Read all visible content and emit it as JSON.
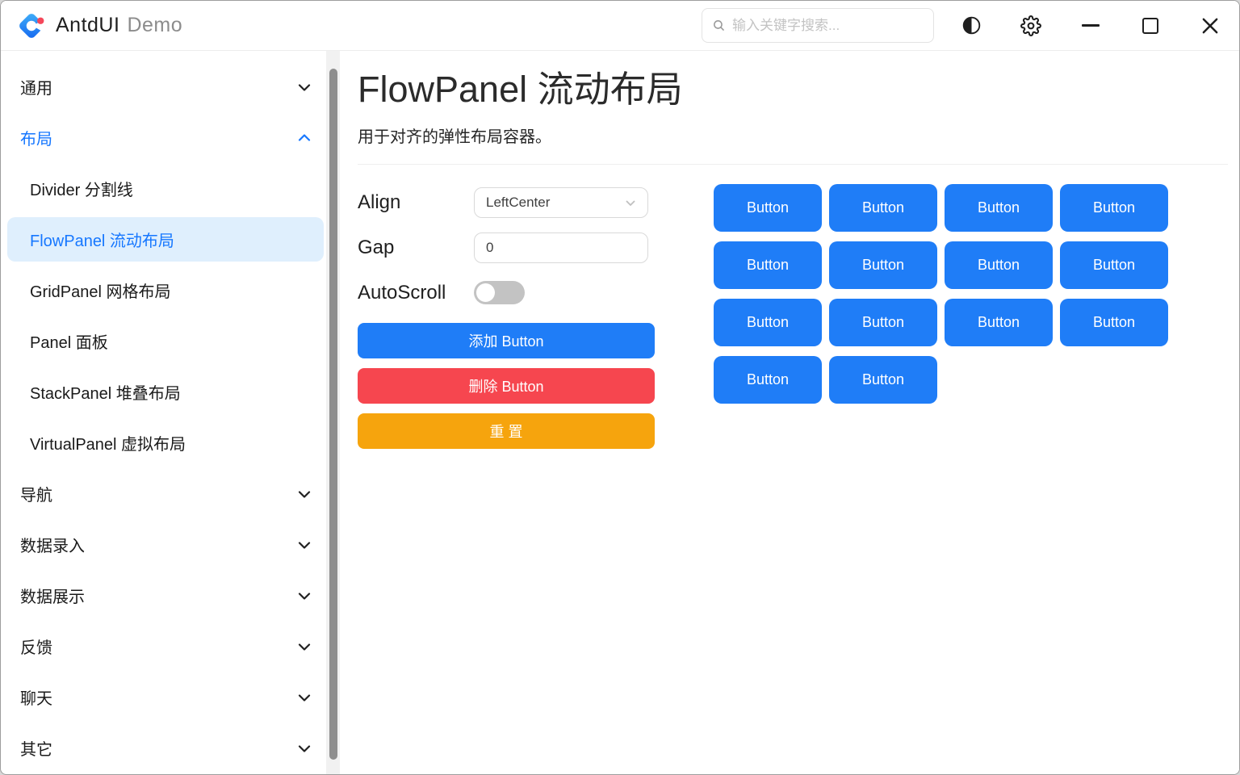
{
  "topbar": {
    "brand": "AntdUI",
    "brand_sub": "Demo",
    "search_placeholder": "输入关键字搜索...",
    "icons": {
      "logo": "antdui-diamond-c-logo",
      "theme": "half-circle-contrast-icon",
      "settings": "gear-icon",
      "minimize": "minimize-icon",
      "maximize": "maximize-icon",
      "close": "close-icon"
    }
  },
  "sidebar": {
    "items": [
      {
        "label": "通用",
        "type": "group",
        "state": "collapsed"
      },
      {
        "label": "布局",
        "type": "group",
        "state": "expanded",
        "active": true
      },
      {
        "label": "Divider 分割线",
        "type": "sub"
      },
      {
        "label": "FlowPanel 流动布局",
        "type": "sub",
        "selected": true
      },
      {
        "label": "GridPanel 网格布局",
        "type": "sub"
      },
      {
        "label": "Panel 面板",
        "type": "sub"
      },
      {
        "label": "StackPanel 堆叠布局",
        "type": "sub"
      },
      {
        "label": "VirtualPanel 虚拟布局",
        "type": "sub"
      },
      {
        "label": "导航",
        "type": "group",
        "state": "collapsed"
      },
      {
        "label": "数据录入",
        "type": "group",
        "state": "collapsed"
      },
      {
        "label": "数据展示",
        "type": "group",
        "state": "collapsed"
      },
      {
        "label": "反馈",
        "type": "group",
        "state": "collapsed"
      },
      {
        "label": "聊天",
        "type": "group",
        "state": "collapsed"
      },
      {
        "label": "其它",
        "type": "group",
        "state": "collapsed"
      }
    ]
  },
  "page": {
    "title": "FlowPanel 流动布局",
    "subtitle": "用于对齐的弹性布局容器。"
  },
  "controls": {
    "align_label": "Align",
    "align_value": "LeftCenter",
    "gap_label": "Gap",
    "gap_value": "0",
    "autoscroll_label": "AutoScroll",
    "autoscroll_state": "off",
    "add_label": "添加 Button",
    "delete_label": "删除 Button",
    "reset_label": "重 置"
  },
  "flow": {
    "buttons": [
      "Button",
      "Button",
      "Button",
      "Button",
      "Button",
      "Button",
      "Button",
      "Button",
      "Button",
      "Button",
      "Button",
      "Button",
      "Button",
      "Button"
    ]
  },
  "colors": {
    "primary": "#1f7df7",
    "menu_accent": "#1677ff",
    "danger": "#f6464f",
    "warning": "#f6a40d",
    "selected_bg": "#dfeffd",
    "toggle_off": "#c3c3c3"
  }
}
